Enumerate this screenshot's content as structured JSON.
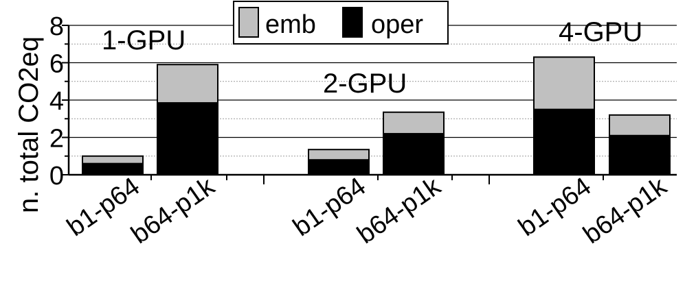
{
  "chart_data": {
    "type": "bar",
    "stacked": true,
    "ylabel": "n. total CO2eq",
    "ylim": [
      0,
      8
    ],
    "yticks": [
      "0",
      "2",
      "4",
      "6",
      "8"
    ],
    "grid": true,
    "legend": {
      "placement": "top-center",
      "entries": [
        {
          "name": "emb",
          "color": "#c0c0c0"
        },
        {
          "name": "oper",
          "color": "#000000"
        }
      ]
    },
    "groups": [
      {
        "label": "1-GPU",
        "categories": [
          "b1-p64",
          "b64-p1k"
        ]
      },
      {
        "label": "2-GPU",
        "categories": [
          "b1-p64",
          "b64-p1k"
        ]
      },
      {
        "label": "4-GPU",
        "categories": [
          "b1-p64",
          "b64-p1k"
        ]
      }
    ],
    "series": [
      {
        "name": "oper",
        "color": "#000000",
        "values": [
          0.6,
          3.85,
          0.8,
          2.2,
          3.5,
          2.1
        ]
      },
      {
        "name": "emb",
        "color": "#c0c0c0",
        "values": [
          0.4,
          2.05,
          0.55,
          1.15,
          2.8,
          1.1
        ]
      }
    ]
  }
}
